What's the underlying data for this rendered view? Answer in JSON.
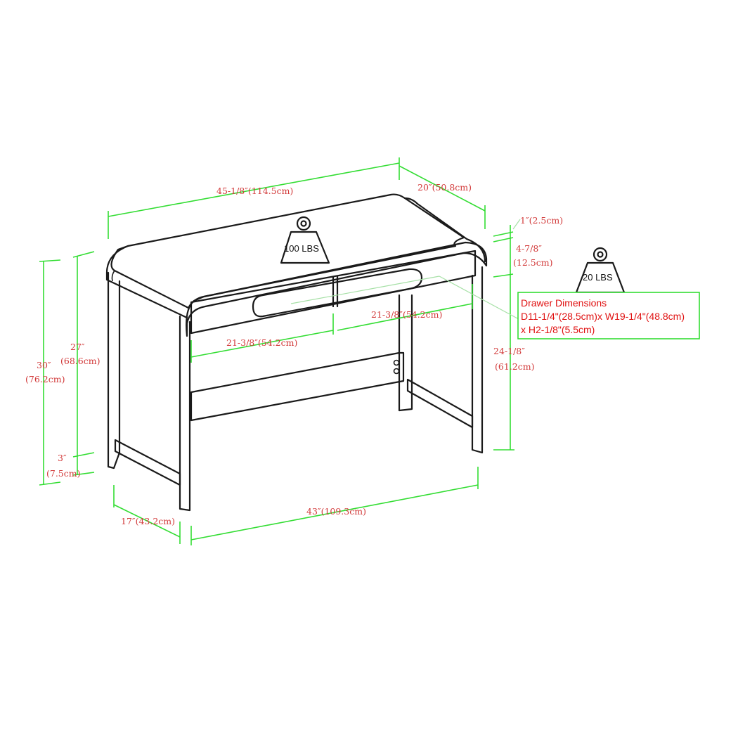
{
  "dimensions": {
    "width_top": "45-1/8″(114.5cm)",
    "depth_top": "20″(50.8cm)",
    "top_thickness": "1″(2.5cm)",
    "apron_height_in": "4-7/8″",
    "apron_height_cm": "(12.5cm)",
    "total_height_in": "30″",
    "total_height_cm": "(76.2cm)",
    "leg_height_in": "27″",
    "leg_height_cm": "(68.6cm)",
    "foot_height_in": "3″",
    "foot_height_cm": "(7.5cm)",
    "clearance_height_in": "24-1/8″",
    "clearance_height_cm": "(61.2cm)",
    "drawer_width_left": "21-3/8″(54.2cm)",
    "drawer_width_right": "21-3/8″(54.2cm)",
    "leg_depth": "17″(43.2cm)",
    "leg_span": "43″(109.3cm)"
  },
  "weights": {
    "top_capacity": "100 LBS",
    "drawer_capacity": "20 LBS"
  },
  "drawer_info": {
    "title": "Drawer Dimensions",
    "line1": "D11-1/4\"(28.5cm)x W19-1/4\"(48.8cm)",
    "line2": "x H2-1/8\"(5.5cm)"
  },
  "colors": {
    "dimension_line": "#33dd33",
    "dimension_text": "#d23a3a",
    "drawer_info_text": "#e01010",
    "furniture_line": "#1a1a1a"
  }
}
